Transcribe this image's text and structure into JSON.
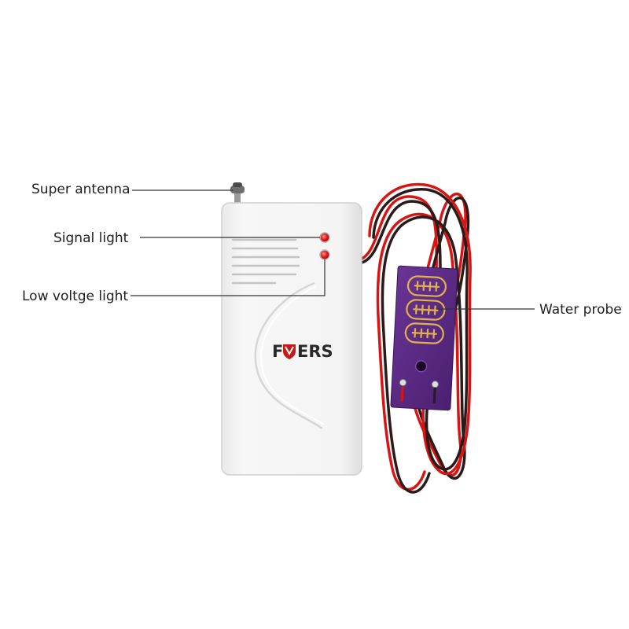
{
  "callouts": {
    "antenna": "Super antenna",
    "signal_light": "Signal light",
    "low_voltage_light": "Low voltge light",
    "water_probe": "Water probe"
  },
  "device": {
    "brand_before": "F",
    "brand_after": "ERS",
    "brand_mark_icon": "shield-icon",
    "body_color": "#f3f3f3",
    "led_color": "#e02020"
  },
  "cable": {
    "colors": [
      "#d81414",
      "#2a1a1a"
    ]
  },
  "probe": {
    "board_color": "#5b2a86",
    "trace_color": "#e0b24a"
  }
}
